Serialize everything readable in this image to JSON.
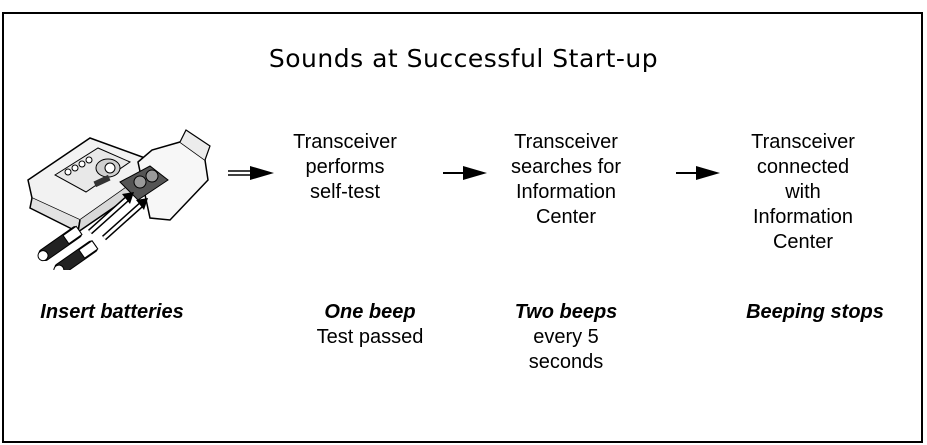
{
  "title": "Sounds at Successful Start-up",
  "steps": [
    {
      "text": "Transceiver performs self-test"
    },
    {
      "text": "Transceiver searches for Information Center"
    },
    {
      "text": "Transceiver connected with Information Center"
    }
  ],
  "captions": [
    {
      "bold": "Insert batteries",
      "sub": ""
    },
    {
      "bold": "One beep",
      "sub": "Test passed"
    },
    {
      "bold": "Two beeps",
      "sub": "every 5 seconds"
    },
    {
      "bold": "Beeping stops",
      "sub": ""
    }
  ]
}
